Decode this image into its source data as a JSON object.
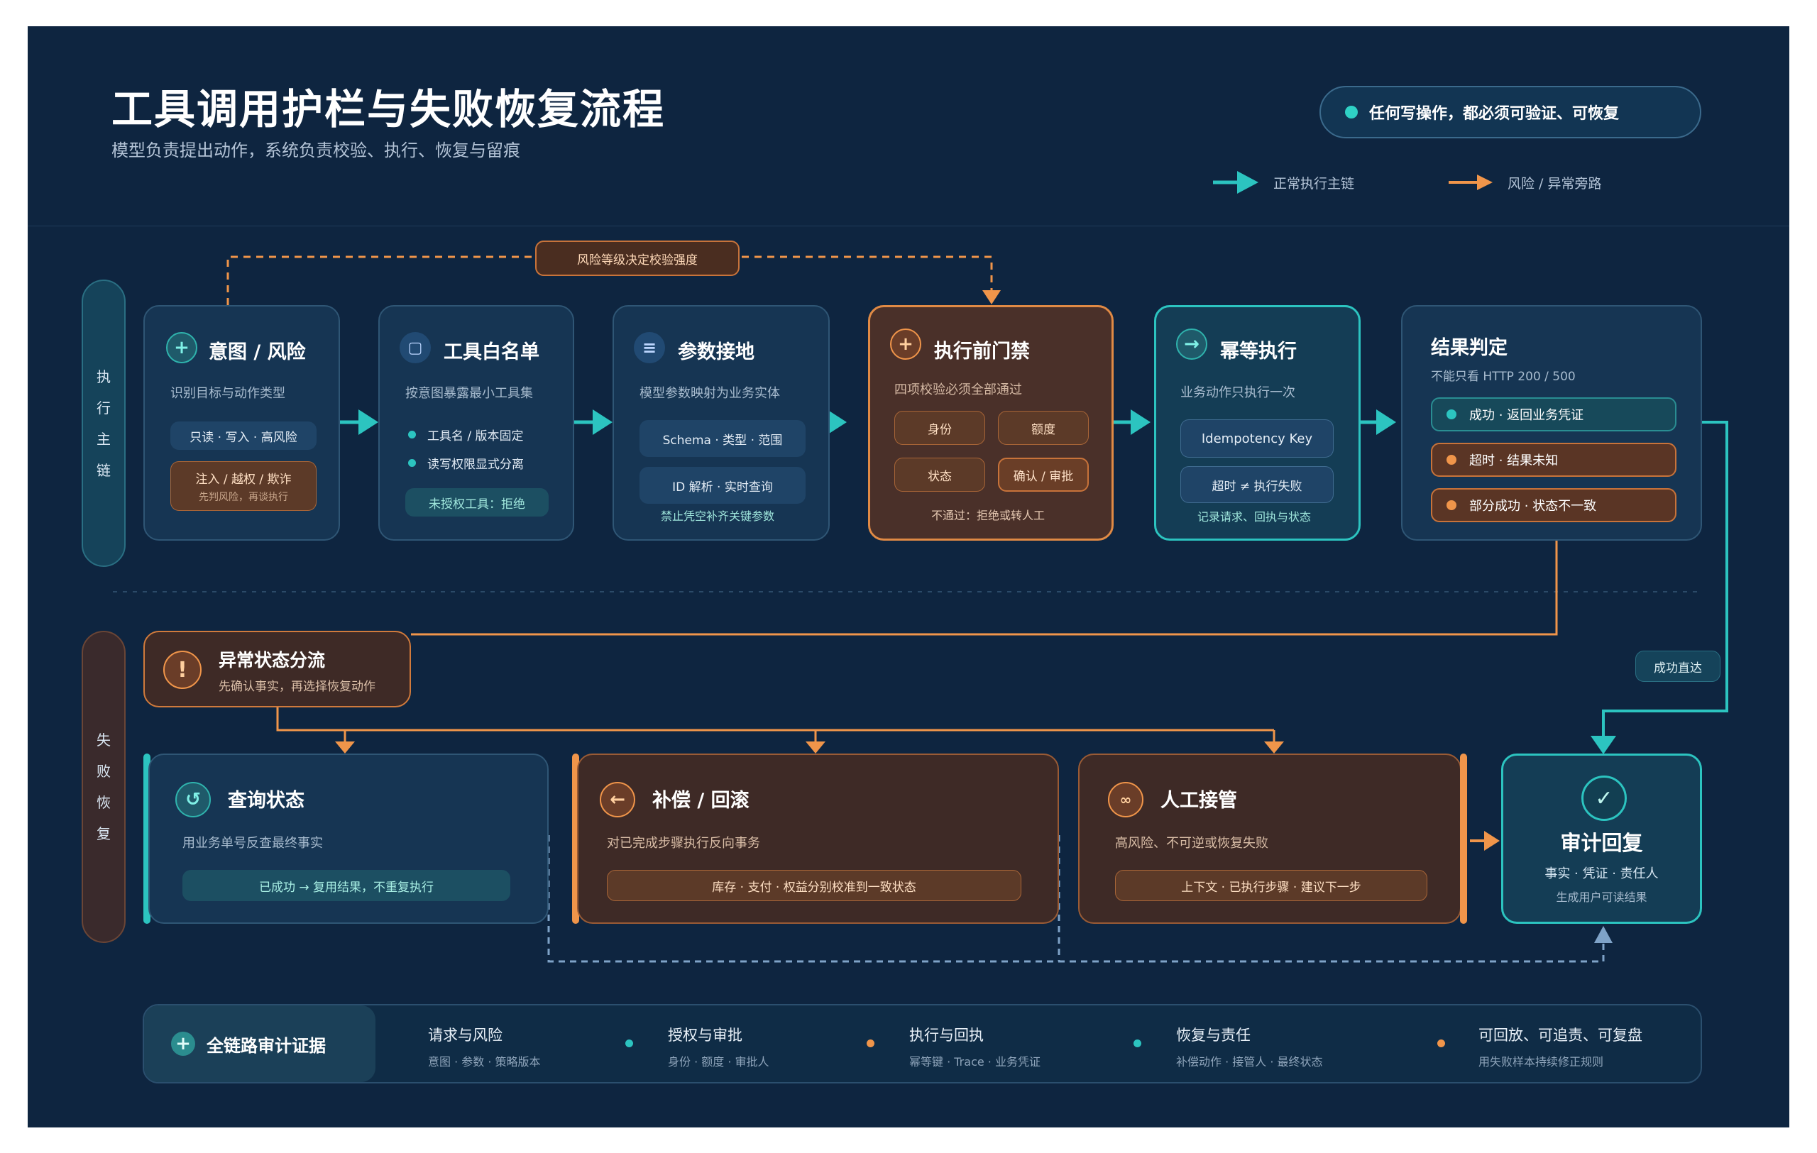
{
  "header": {
    "title": "工具调用护栏与失败恢复流程",
    "subtitle": "模型负责提出动作，系统负责校验、执行、恢复与留痕",
    "principle": "任何写操作，都必须可验证、可恢复",
    "legend": {
      "main": "正常执行主链",
      "risk": "风险 / 异常旁路"
    }
  },
  "colors": {
    "background": "#0e2540",
    "teal": "#2cc4c0",
    "orange": "#f0954a",
    "navy_card": "#163553",
    "brown_card": "#3e2a26"
  },
  "bands": {
    "main": [
      "执",
      "行",
      "主",
      "链"
    ],
    "failure": [
      "失",
      "败",
      "恢",
      "复"
    ]
  },
  "risk_note": "风险等级决定校验强度",
  "success_note": "成功直达",
  "steps": {
    "intent": {
      "icon": "plus-icon",
      "title": "意图 / 风险",
      "sub": "识别目标与动作类型",
      "chip": "只读 · 写入 · 高风险",
      "warn": "注入 / 越权 / 欺诈",
      "warn_sub": "先判风险，再谈执行"
    },
    "whitelist": {
      "icon": "clipboard-icon",
      "title": "工具白名单",
      "sub": "按意图暴露最小工具集",
      "items": [
        "工具名 / 版本固定",
        "读写权限显式分离"
      ],
      "chip": "未授权工具：拒绝"
    },
    "params": {
      "icon": "list-icon",
      "title": "参数接地",
      "sub": "模型参数映射为业务实体",
      "chip1": "Schema · 类型 · 范围",
      "chip2": "ID 解析 · 实时查询",
      "note": "禁止凭空补齐关键参数"
    },
    "gate": {
      "icon": "plus-icon",
      "title": "执行前门禁",
      "sub": "四项校验必须全部通过",
      "checks": [
        "身份",
        "额度",
        "状态",
        "确认 / 审批"
      ],
      "fail": "不通过：拒绝或转人工"
    },
    "idempotent": {
      "icon": "arrow-right-icon",
      "title": "幂等执行",
      "sub": "业务动作只执行一次",
      "chip1": "Idempotency Key",
      "chip2": "超时 ≠ 执行失败",
      "note": "记录请求、回执与状态"
    },
    "result": {
      "title": "结果判定",
      "sub": "不能只看 HTTP 200 / 500",
      "rows": [
        "成功 · 返回业务凭证",
        "超时 · 结果未知",
        "部分成功 · 状态不一致"
      ]
    }
  },
  "triage": {
    "icon": "alert-icon",
    "title": "异常状态分流",
    "sub": "先确认事实，再选择恢复动作"
  },
  "recovery": {
    "query": {
      "icon": "history-icon",
      "title": "查询状态",
      "sub": "用业务单号反查最终事实",
      "chip": "已成功 → 复用结果，不重复执行"
    },
    "compensate": {
      "icon": "arrow-left-icon",
      "title": "补偿 / 回滚",
      "sub": "对已完成步骤执行反向事务",
      "chip": "库存 · 支付 · 权益分别校准到一致状态"
    },
    "human": {
      "icon": "handshake-icon",
      "title": "人工接管",
      "sub": "高风险、不可逆或恢复失败",
      "chip": "上下文 · 已执行步骤 · 建议下一步"
    }
  },
  "audit_reply": {
    "icon": "check-icon",
    "title": "审计回复",
    "line1": "事实 · 凭证 · 责任人",
    "line2": "生成用户可读结果"
  },
  "footer": {
    "head": "全链路审计证据",
    "cols": [
      {
        "title": "请求与风险",
        "sub": "意图 · 参数 · 策略版本"
      },
      {
        "title": "授权与审批",
        "sub": "身份 · 额度 · 审批人"
      },
      {
        "title": "执行与回执",
        "sub": "幂等键 · Trace · 业务凭证"
      },
      {
        "title": "恢复与责任",
        "sub": "补偿动作 · 接管人 · 最终状态"
      },
      {
        "title": "可回放、可追责、可复盘",
        "sub": "用失败样本持续修正规则"
      }
    ]
  }
}
